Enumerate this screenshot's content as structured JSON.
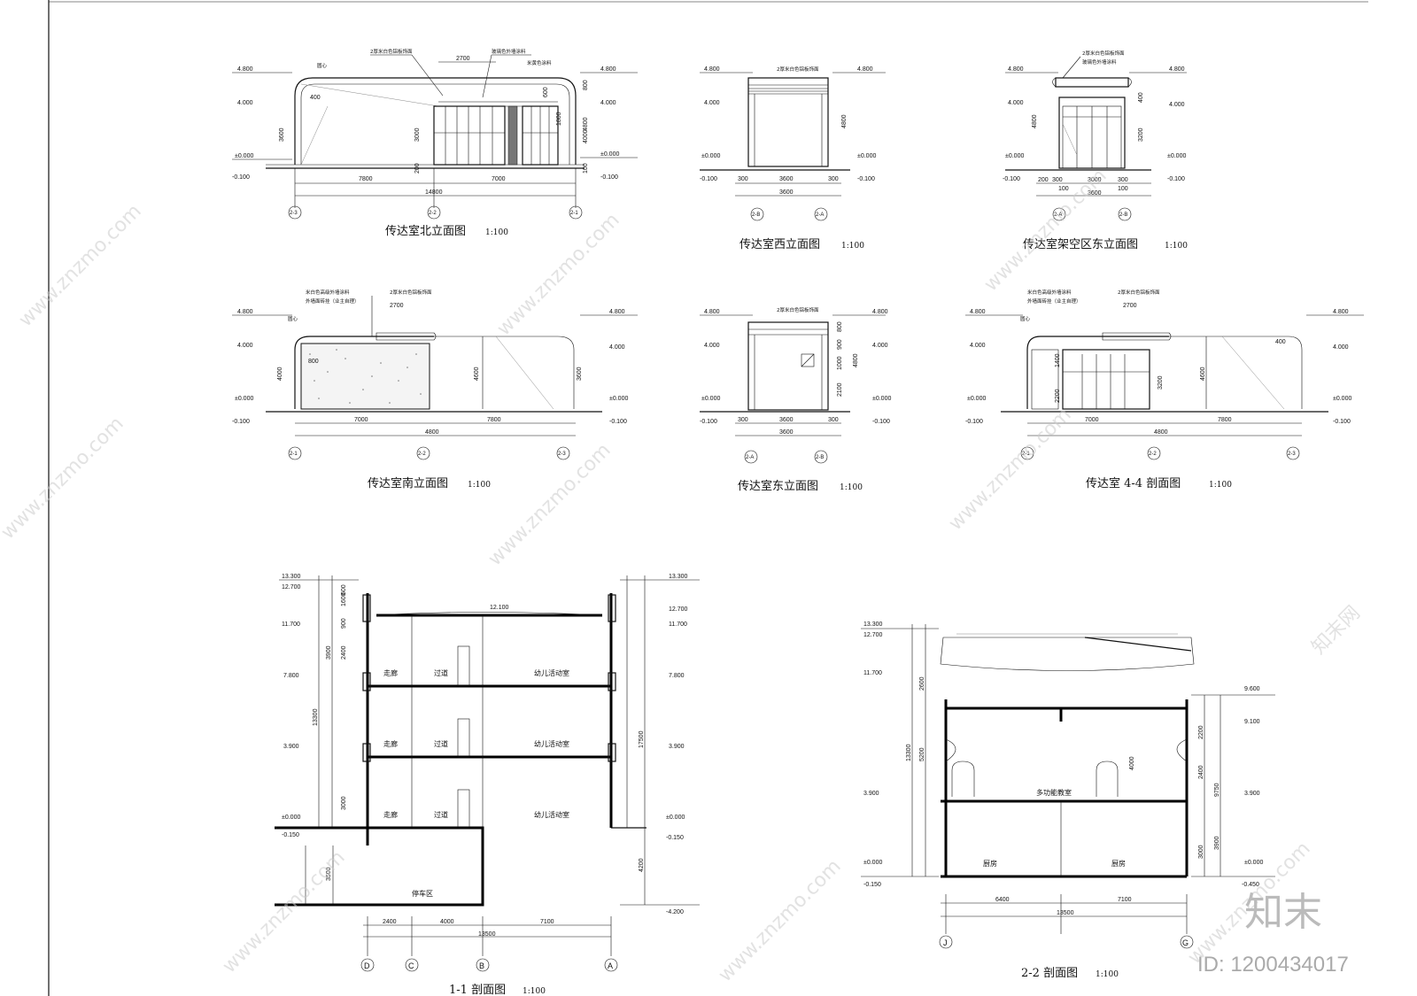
{
  "drawings": {
    "north": {
      "title": "传达室北立面图",
      "scale": "1:100",
      "dims": [
        "7800",
        "7000",
        "14800",
        "2700",
        "400",
        "3000",
        "200",
        "4800",
        "3600",
        "100",
        "800",
        "600",
        "1800",
        "4000"
      ],
      "levels": [
        "4.800",
        "4.000",
        "±0.000",
        "-0.100"
      ],
      "axes": [
        "2-3",
        "2-2",
        "2-1"
      ],
      "notes": [
        "2厚米白色铝板饰面",
        "玻璃色外墙涂料",
        "米黄色涂料",
        "圆心"
      ]
    },
    "west": {
      "title": "传达室西立面图",
      "scale": "1:100",
      "dims": [
        "300",
        "3600",
        "300",
        "3600",
        "4800"
      ],
      "levels": [
        "4.800",
        "4.000",
        "±0.000",
        "-0.100"
      ],
      "axes": [
        "2-B",
        "2-A"
      ],
      "notes": [
        "2厚米白色铝板饰面"
      ]
    },
    "eastpilotis": {
      "title": "传达室架空区东立面图",
      "scale": "1:100",
      "dims": [
        "200",
        "300",
        "3000",
        "300",
        "100",
        "3600",
        "100",
        "4800",
        "3200",
        "400"
      ],
      "levels": [
        "4.800",
        "4.000",
        "±0.000",
        "-0.100"
      ],
      "axes": [
        "2-A",
        "2-B"
      ],
      "notes": [
        "2厚米白色铝板饰面",
        "玻璃色外墙涂料"
      ]
    },
    "south": {
      "title": "传达室南立面图",
      "scale": "1:100",
      "dims": [
        "7000",
        "7800",
        "4800",
        "2700",
        "800",
        "4600",
        "3600",
        "4000"
      ],
      "levels": [
        "4.800",
        "4.000",
        "±0.000",
        "-0.100"
      ],
      "axes": [
        "2-1",
        "2-2",
        "2-3"
      ],
      "notes": [
        "米白色高级外墙涂料",
        "外墙面砖挂（业主自理）",
        "2厚米白色铝板饰面",
        "圆心"
      ]
    },
    "east": {
      "title": "传达室东立面图",
      "scale": "1:100",
      "dims": [
        "300",
        "3600",
        "300",
        "3600",
        "800",
        "900",
        "1000",
        "2100",
        "4800"
      ],
      "levels": [
        "4.800",
        "4.000",
        "±0.000",
        "-0.100"
      ],
      "axes": [
        "2-A",
        "2-B"
      ],
      "notes": [
        "2厚米白色铝板饰面"
      ]
    },
    "s44": {
      "title": "传达室 4-4 剖面图",
      "scale": "1:100",
      "dims": [
        "7000",
        "7800",
        "4800",
        "2700",
        "1400",
        "2200",
        "3200",
        "4600",
        "400"
      ],
      "levels": [
        "4.800",
        "4.000",
        "±0.000",
        "-0.100"
      ],
      "axes": [
        "2-1",
        "2-2",
        "2-3"
      ],
      "notes": [
        "米白色高级外墙涂料",
        "外墙面砖挂（业主自理）",
        "2厚米白色铝板饰面",
        "圆心"
      ]
    },
    "s11": {
      "title": "1-1 剖面图",
      "scale": "1:100",
      "dims": [
        "2400",
        "4000",
        "7100",
        "13500",
        "3900",
        "13300",
        "17500",
        "4200",
        "3500",
        "1600",
        "2400",
        "3000",
        "900",
        "600"
      ],
      "levels": [
        "13.300",
        "12.700",
        "11.700",
        "7.800",
        "3.900",
        "±0.000",
        "-0.150",
        "-4.200",
        "12.100"
      ],
      "axes": [
        "D",
        "C",
        "B",
        "A"
      ],
      "rooms": [
        "走廊",
        "过道",
        "幼儿活动室",
        "停车区"
      ]
    },
    "s22": {
      "title": "2-2 剖面图",
      "scale": "1:100",
      "dims": [
        "6400",
        "7100",
        "13500",
        "13300",
        "9750",
        "5200",
        "3900",
        "4000",
        "2600",
        "2200",
        "2400",
        "3000"
      ],
      "levels": [
        "13.300",
        "12.700",
        "11.700",
        "9.600",
        "9.100",
        "3.900",
        "±0.000",
        "-0.150",
        "-0.450"
      ],
      "axes": [
        "J",
        "G"
      ],
      "rooms": [
        "多功能教室",
        "厨房",
        "厨房"
      ]
    }
  },
  "watermark": {
    "site": "www.znzmo.com",
    "brand": "知末网"
  },
  "logo": "知末",
  "image_id": "ID: 1200434017"
}
